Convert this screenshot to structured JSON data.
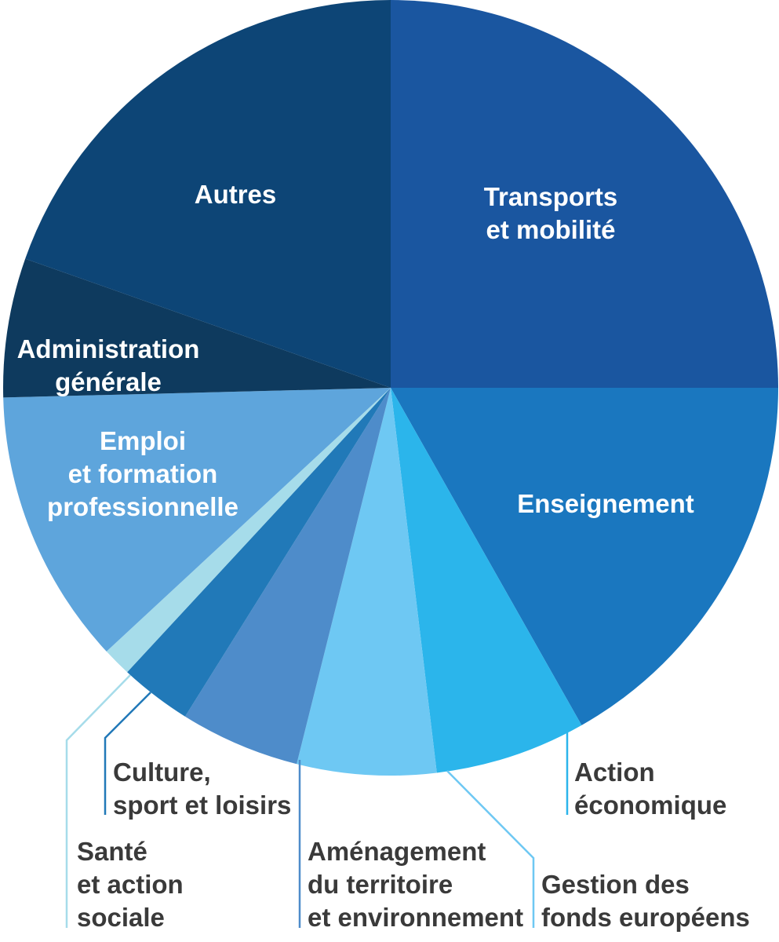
{
  "chart_data": {
    "type": "pie",
    "title": "",
    "start_angle_deg": 0,
    "direction": "clockwise",
    "slices": [
      {
        "label": [
          "Transports",
          "et mobilité"
        ],
        "value": 25.0,
        "color": "#1a56a0",
        "label_style": "inside"
      },
      {
        "label": [
          "Enseignement"
        ],
        "value": 16.8,
        "color": "#1a77bf",
        "label_style": "inside"
      },
      {
        "label": [
          "Action",
          "économique"
        ],
        "value": 6.3,
        "color": "#2bb5eb",
        "label_style": "outside"
      },
      {
        "label": [
          "Gestion des",
          "fonds européens"
        ],
        "value": 5.8,
        "color": "#6ec8f3",
        "label_style": "outside"
      },
      {
        "label": [
          "Aménagement",
          "du territoire",
          "et environnement"
        ],
        "value": 5.0,
        "color": "#4e8cca",
        "label_style": "outside"
      },
      {
        "label": [
          "Culture,",
          "sport et loisirs"
        ],
        "value": 3.0,
        "color": "#2179b8",
        "label_style": "outside"
      },
      {
        "label": [
          "Santé",
          "et action",
          "sociale"
        ],
        "value": 1.2,
        "color": "#a6dcea",
        "label_style": "outside"
      },
      {
        "label": [
          "Emploi",
          "et formation",
          "professionnelle"
        ],
        "value": 11.5,
        "color": "#5ea5dc",
        "label_style": "inside"
      },
      {
        "label": [
          "Administration",
          "générale"
        ],
        "value": 5.8,
        "color": "#0e3a5e",
        "label_style": "inside"
      },
      {
        "label": [
          "Autres"
        ],
        "value": 19.6,
        "color": "#0d4576",
        "label_style": "inside"
      }
    ]
  }
}
